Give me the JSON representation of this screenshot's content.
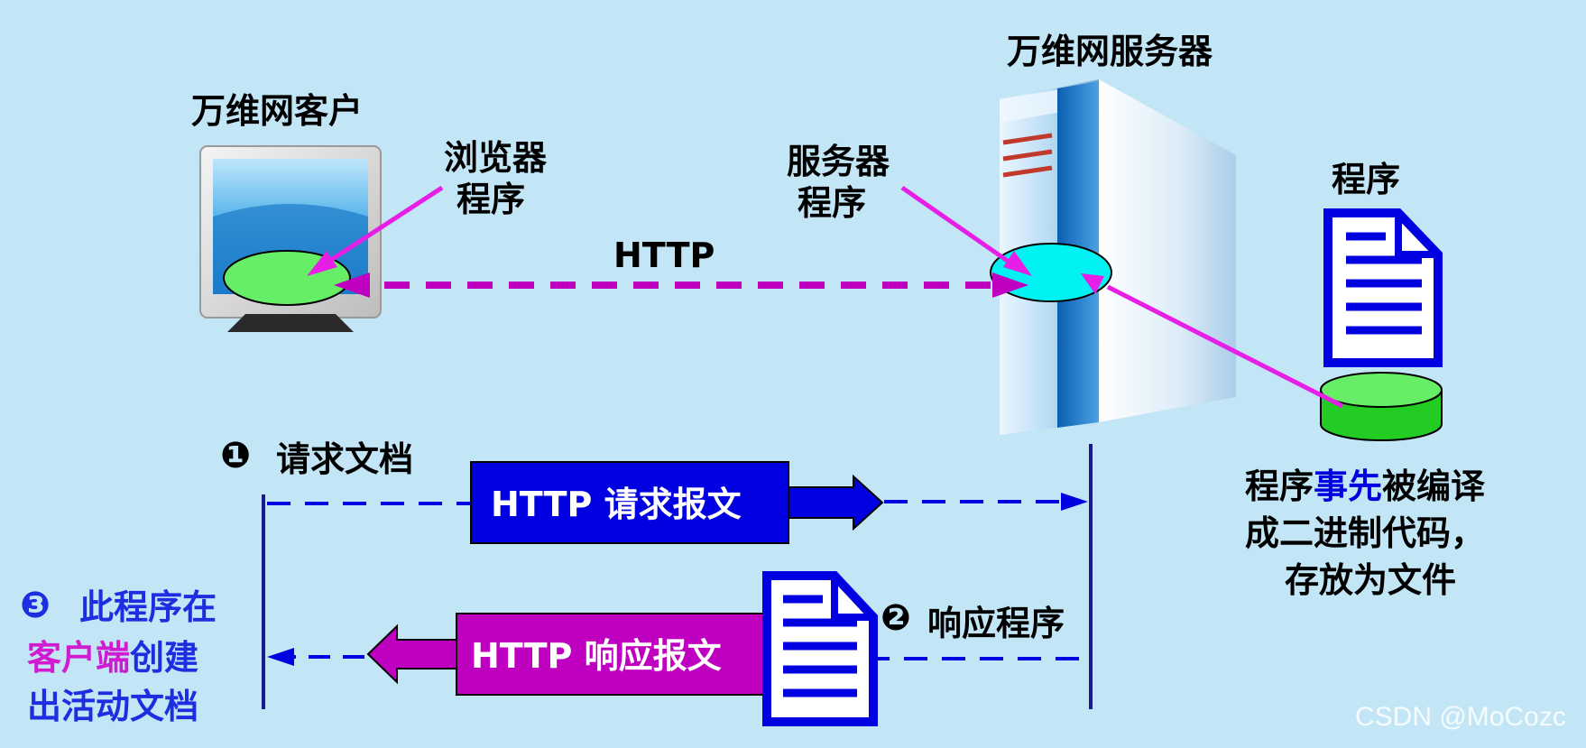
{
  "client": {
    "title": "万维网客户",
    "browser_label_line1": "浏览器",
    "browser_label_line2": "程序"
  },
  "server": {
    "title": "万维网服务器",
    "server_label_line1": "服务器",
    "server_label_line2": "程序"
  },
  "protocol_label": "HTTP",
  "program": {
    "title": "程序",
    "note_line1_a": "程序",
    "note_line1_b": "事先",
    "note_line1_c": "被编译",
    "note_line2": "成二进制代码，",
    "note_line3": "存放为文件"
  },
  "steps": {
    "step1_marker": "❶",
    "step1_label": "请求文档",
    "request_box_label": "HTTP 请求报文",
    "step2_marker": "❷",
    "step2_label": "响应程序",
    "response_box_label": "HTTP 响应报文",
    "step3_marker": "❸",
    "step3_line1": "此程序在",
    "step3_line2_a": "客户端",
    "step3_line2_b": "创建",
    "step3_line3": "出活动文档"
  },
  "watermark": "CSDN @MoCozc",
  "colors": {
    "background": "#c3e6f7",
    "magenta": "#e61ee6",
    "dark_magenta": "#c000c0",
    "blue": "#0000e0",
    "green": "#66ee66",
    "cyan": "#00f2f2",
    "step3_blue": "#1c2ee0",
    "step3_magenta": "#d01bd0"
  }
}
